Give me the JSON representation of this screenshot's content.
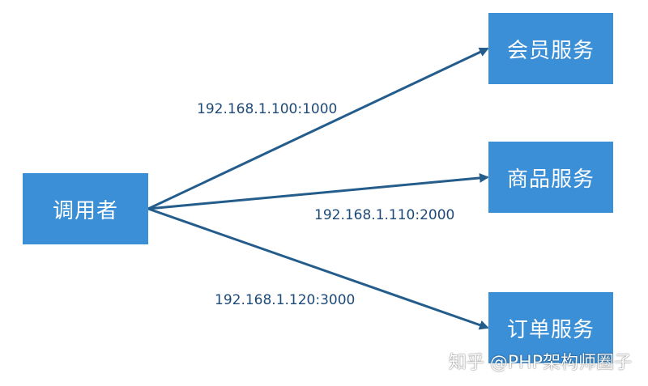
{
  "nodes": {
    "caller": "调用者",
    "member_service": "会员服务",
    "goods_service": "商品服务",
    "order_service": "订单服务"
  },
  "edges": [
    {
      "label": "192.168.1.100:1000"
    },
    {
      "label": "192.168.1.110:2000"
    },
    {
      "label": "192.168.1.120:3000"
    }
  ],
  "watermark": "知乎 @PHP架构师圈子",
  "colors": {
    "box": "#3a8fd6",
    "edge": "#245d8c",
    "label": "#1d4a78"
  }
}
